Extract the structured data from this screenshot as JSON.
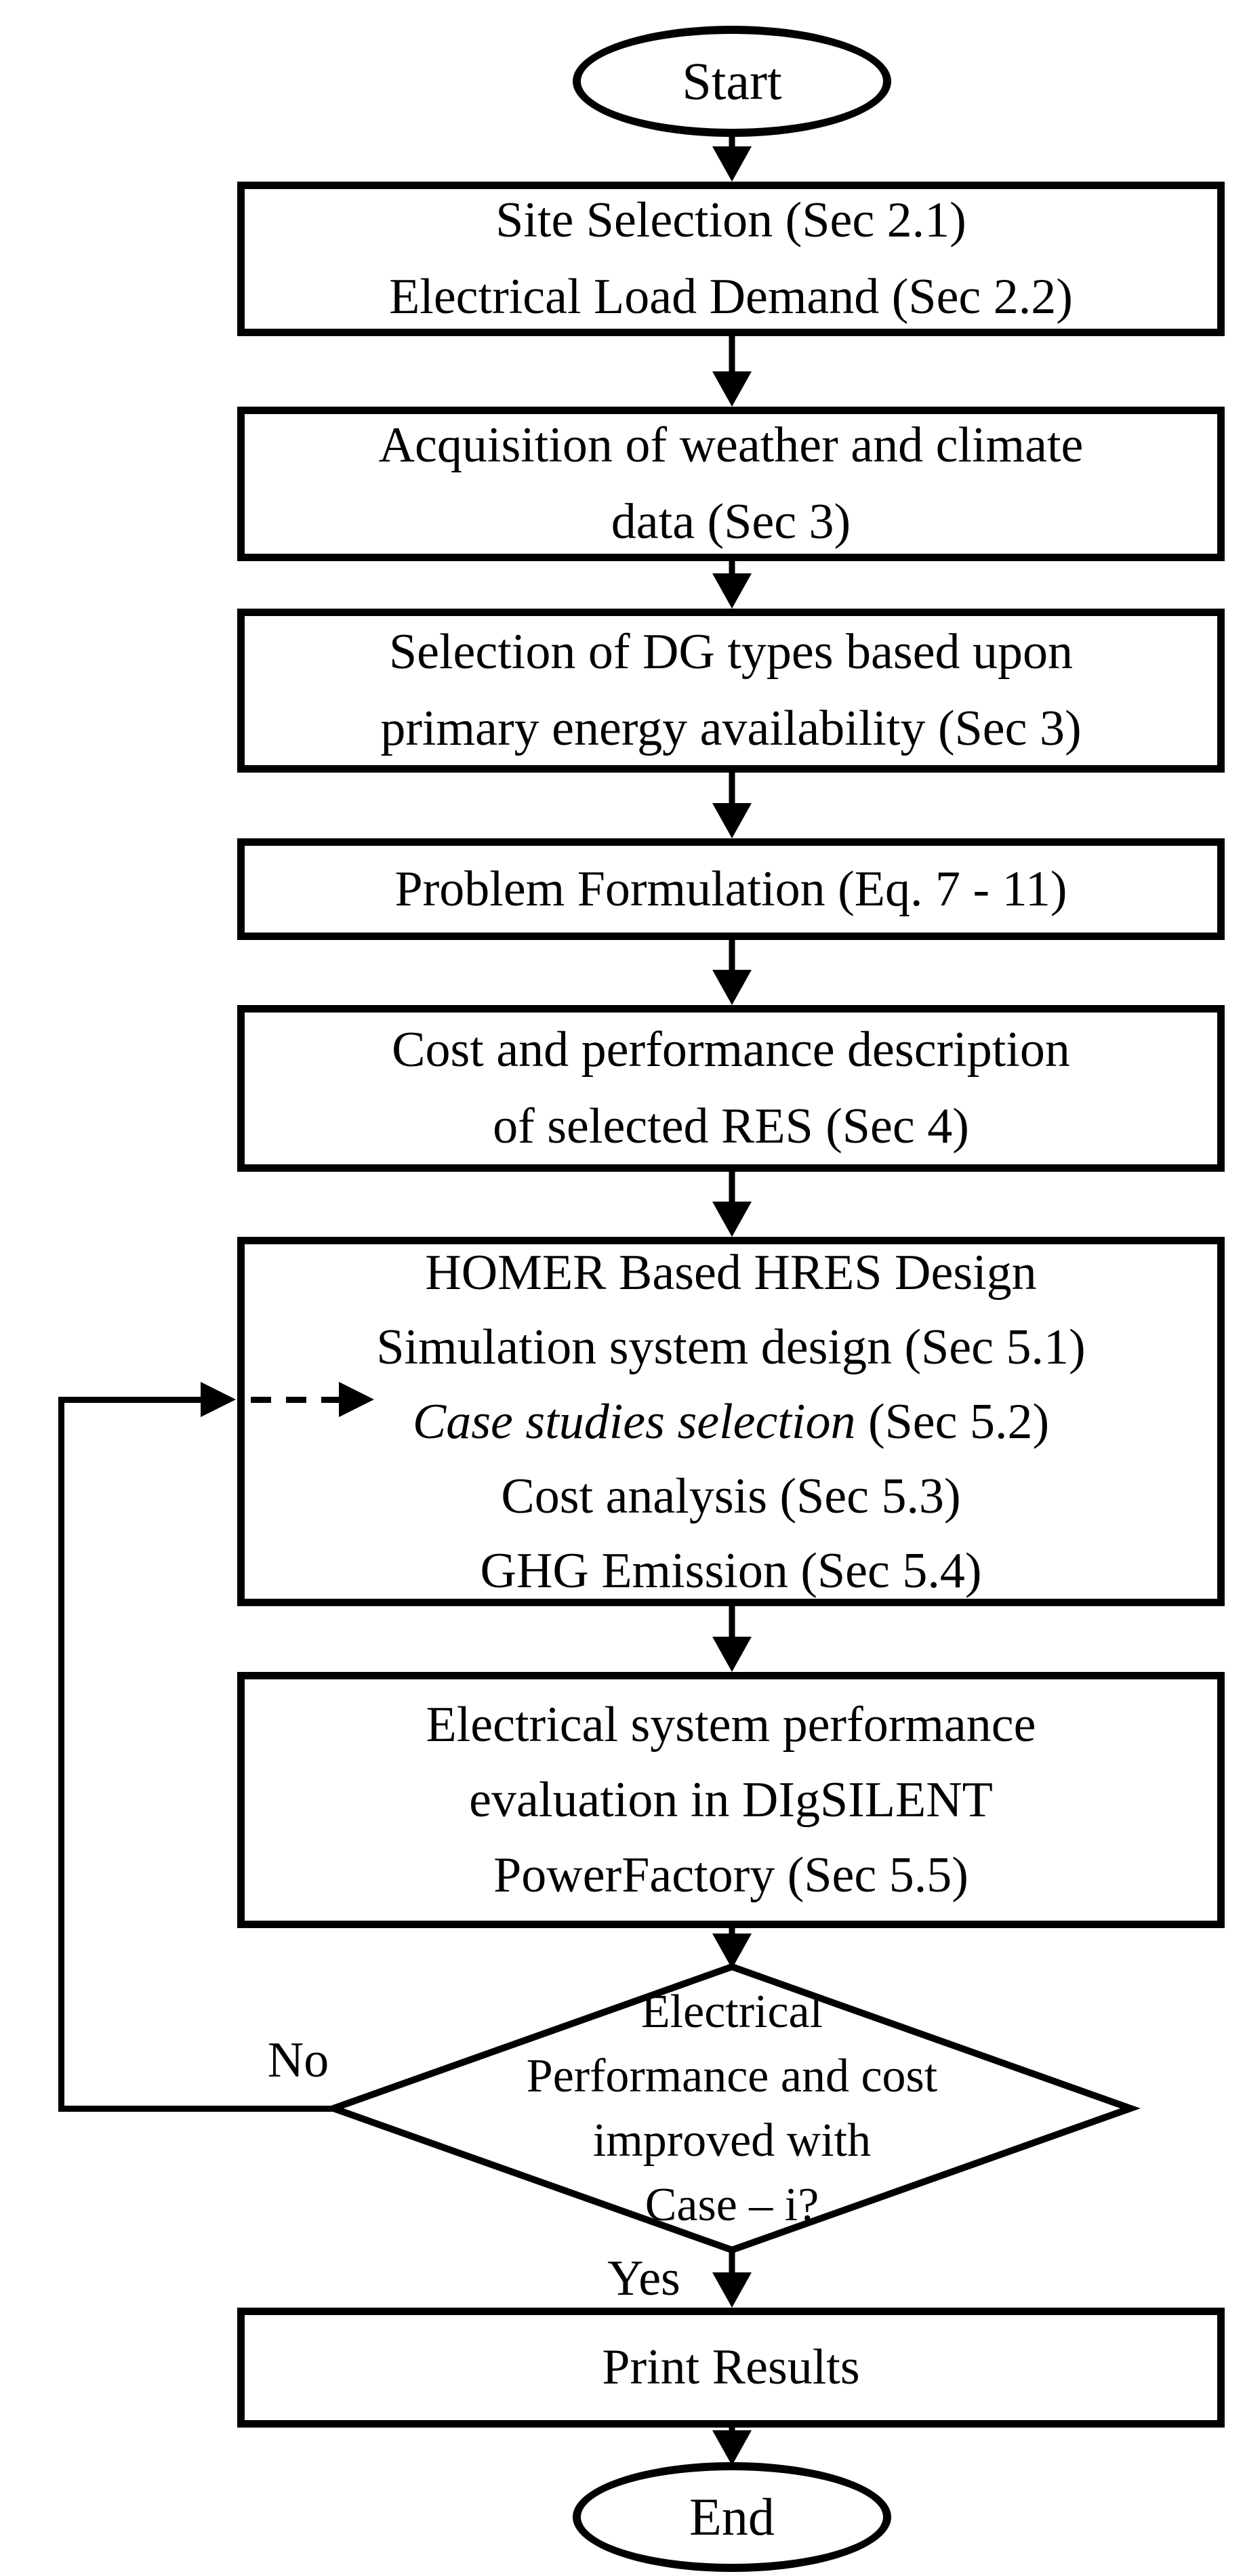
{
  "colors": {
    "stroke": "#000000",
    "background": "#ffffff"
  },
  "flowchart": {
    "start": "Start",
    "steps": {
      "site": {
        "lines": [
          "Site Selection (Sec 2.1)",
          "Electrical Load Demand (Sec 2.2)"
        ]
      },
      "weather": {
        "lines": [
          "Acquisition of weather and climate",
          "data (Sec 3)"
        ]
      },
      "dg": {
        "lines": [
          "Selection of DG types based upon",
          "primary energy availability (Sec 3)"
        ]
      },
      "problem": {
        "lines": [
          "Problem Formulation (Eq. 7 - 11)"
        ]
      },
      "cost": {
        "lines": [
          "Cost and performance description",
          "of selected RES (Sec 4)"
        ]
      },
      "homer": {
        "line1": "HOMER Based HRES Design",
        "line2": "Simulation system design (Sec 5.1)",
        "case_italic": "Case studies selection",
        "case_suffix": " (Sec 5.2)",
        "line4": "Cost analysis (Sec 5.3)",
        "line5": "GHG Emission (Sec 5.4)"
      },
      "digsilent": {
        "lines": [
          "Electrical system performance",
          "evaluation in DIgSILENT",
          "PowerFactory (Sec 5.5)"
        ]
      },
      "print": {
        "lines": [
          "Print Results"
        ]
      }
    },
    "decision": {
      "lines": [
        "Electrical",
        "Performance and cost",
        "improved with",
        "Case – i?"
      ],
      "no_label": "No",
      "yes_label": "Yes"
    },
    "end": "End"
  }
}
